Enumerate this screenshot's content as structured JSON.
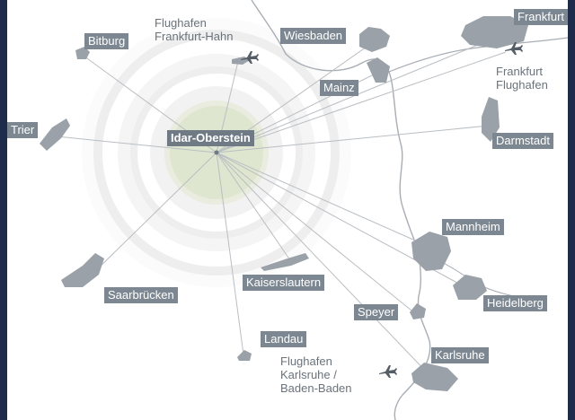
{
  "hub": {
    "name": "Idar-Oberstein"
  },
  "cities": [
    {
      "id": "bitburg",
      "name": "Bitburg"
    },
    {
      "id": "wiesbaden",
      "name": "Wiesbaden"
    },
    {
      "id": "frankfurt",
      "name": "Frankfurt"
    },
    {
      "id": "mainz",
      "name": "Mainz"
    },
    {
      "id": "trier",
      "name": "Trier"
    },
    {
      "id": "darmstadt",
      "name": "Darmstadt"
    },
    {
      "id": "mannheim",
      "name": "Mannheim"
    },
    {
      "id": "saarbruecken",
      "name": "Saarbrücken"
    },
    {
      "id": "kaiserslautern",
      "name": "Kaiserslautern"
    },
    {
      "id": "heidelberg",
      "name": "Heidelberg"
    },
    {
      "id": "speyer",
      "name": "Speyer"
    },
    {
      "id": "landau",
      "name": "Landau"
    },
    {
      "id": "karlsruhe",
      "name": "Karlsruhe"
    }
  ],
  "airports": [
    {
      "id": "hahn",
      "name": "Flughafen\nFrankfurt-Hahn",
      "icon": "airplane-icon"
    },
    {
      "id": "fra",
      "name": "Frankfurt\nFlughafen",
      "icon": "airplane-icon"
    },
    {
      "id": "fkb",
      "name": "Flughafen\nKarlsruhe /\nBaden-Baden",
      "icon": "airplane-icon"
    }
  ],
  "colors": {
    "background": "#1e2b4a",
    "label_bg": "#7d8791",
    "river": "#a8aeb4",
    "city_shape": "#9aa1a8",
    "route_line": "#b9bec3",
    "hub_circle": "#dfe6cf"
  }
}
